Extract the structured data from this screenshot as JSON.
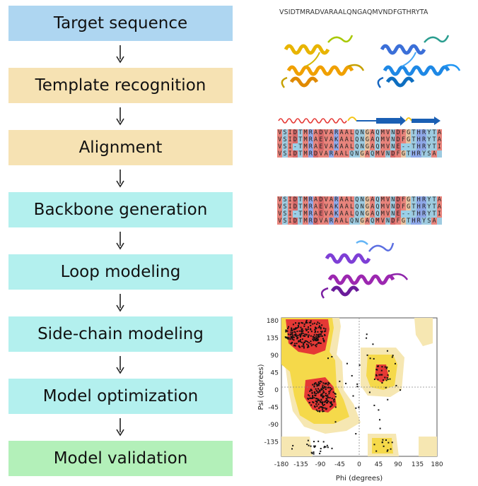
{
  "colors": {
    "blue_step": "#aed6f1",
    "yellow_step": "#f6e2b3",
    "cyan_step": "#b3f0ee",
    "green_step": "#b3f0b9",
    "helix": "#e53935",
    "strand": "#1a5fb4",
    "coil": "#f5c518"
  },
  "steps": [
    {
      "label": "Target sequence"
    },
    {
      "label": "Template recognition"
    },
    {
      "label": "Alignment"
    },
    {
      "label": "Backbone generation"
    },
    {
      "label": "Loop modeling"
    },
    {
      "label": "Side-chain modeling"
    },
    {
      "label": "Model optimization"
    },
    {
      "label": "Model validation"
    }
  ],
  "target_sequence": "VSIDTMRADVARAALQNGAQMVNDFGTHRYTA",
  "alignment": [
    "VSIDTMRADVARAALQNGAQMVNDFGTHRYTA",
    "VSIDTMRAEVAKAALQNGAQMVNDFGTHRYTA",
    "VSI-TMRAEVAKAALQNGAQMVNE--THRYTI",
    "VSIDTMRDVARAALQNGAQMVNDFGTHRYSA"
  ],
  "ramachandran": {
    "xlabel": "Phi (degrees)",
    "ylabel": "Psi (degrees)",
    "xticks": [
      "-180",
      "-135",
      "-90",
      "-45",
      "0",
      "45",
      "90",
      "135",
      "180"
    ],
    "yticks": [
      "180",
      "135",
      "90",
      "45",
      "0",
      "-45",
      "-90",
      "-135"
    ]
  }
}
